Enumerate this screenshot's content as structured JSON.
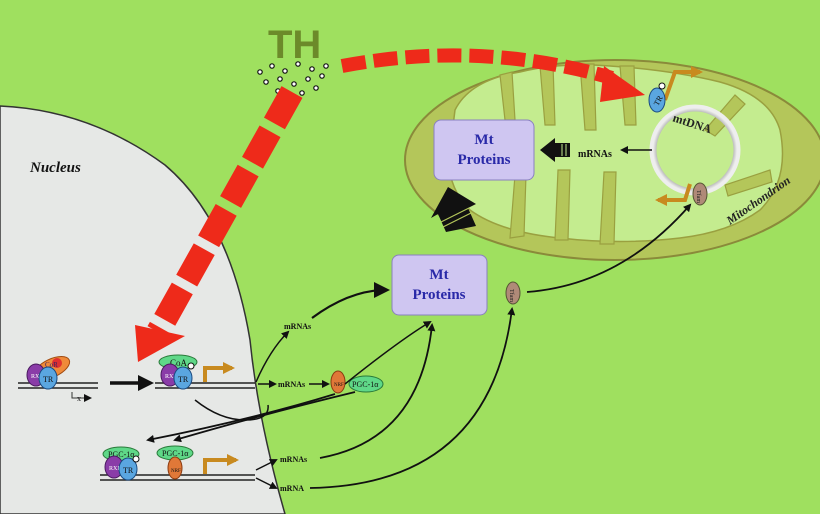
{
  "title": "TH",
  "nucleus_label": "Nucleus",
  "mitochondrion_label": "Mitochondrion",
  "mtdna_label": "mtDNA",
  "mt_proteins_top": {
    "line1": "Mt",
    "line2": "Proteins"
  },
  "mt_proteins_mid": {
    "line1": "Mt",
    "line2": "Proteins"
  },
  "mrnas_mito": "mRNAs",
  "mrnas_upper": "mRNAs",
  "mrnas_row1": "mRNAs",
  "mrnas_lower": "mRNAs",
  "mrna_lower": "mRNA",
  "pgc_label": "PGC-1α",
  "coa_label": "CoA",
  "tr_label": "TR",
  "rxr_label": "RXR",
  "nrf_label": "NRF",
  "tfam_label": "Tfam",
  "corepressor_label": "CoR",
  "x_label": "x",
  "colors": {
    "background": "#9fe05f",
    "nucleus": "#e6e8e6",
    "mito": "#b4c65a",
    "cristae": "#c4ec8f",
    "red": "#ee2a1a",
    "box": "#cfc6f1",
    "box_text": "#2929a8",
    "orange": "#c88a1f"
  }
}
